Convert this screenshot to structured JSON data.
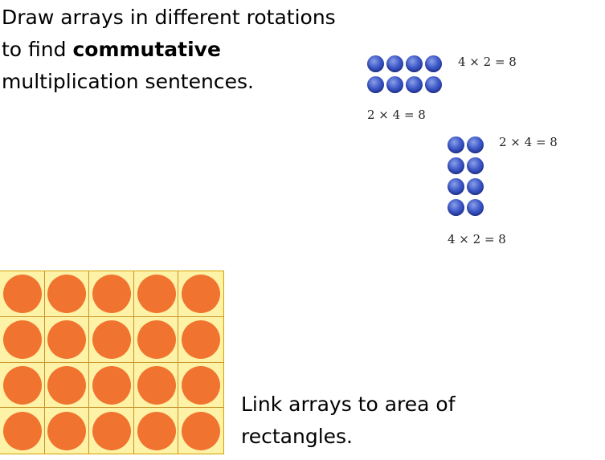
{
  "intro": {
    "part1": "Draw arrays in different rotations to find ",
    "bold": "commutative",
    "part2": " multiplication sentences."
  },
  "array1": {
    "equation_right": "4 × 2 = 8",
    "equation_below": "2 × 4 = 8"
  },
  "array2": {
    "equation_right": "2 × 4 = 8",
    "equation_below": "4 × 2 = 8"
  },
  "area_grid": {
    "rows": 4,
    "cols": 5
  },
  "outro": {
    "text": "Link arrays to area of rectangles."
  },
  "colors": {
    "blue_dot": "#3d58c9",
    "orange_dot": "#f07430",
    "grid_fill": "#fdf2a6"
  }
}
